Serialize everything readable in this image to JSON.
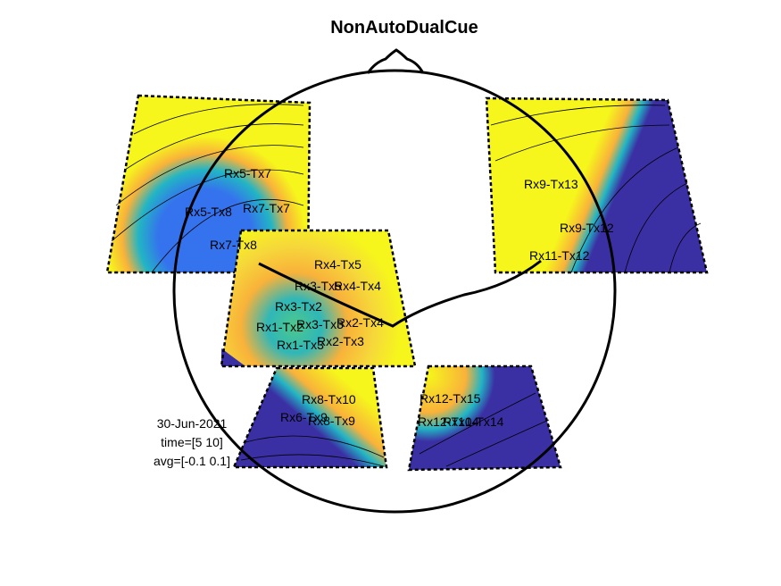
{
  "figure": {
    "title": "NonAutoDualCue",
    "date": "30-Jun-2021",
    "time_text": "time=[5 10]",
    "avg_text": "avg=[-0.1 0.1]"
  },
  "colors": {
    "high": "#f6f61c",
    "orange": "#f9b23a",
    "mid": "#22b5c4",
    "blue": "#3572ee",
    "low": "#3b2fa4",
    "outline": "#000000"
  },
  "channels": [
    "Rx5-Tx7",
    "Rx5-Tx8",
    "Rx7-Tx7",
    "Rx7-Tx8",
    "Rx9-Tx13",
    "Rx9-Tx12",
    "Rx11-Tx12",
    "Rx4-Tx5",
    "Rx3-Tx5",
    "Rx4-Tx4",
    "Rx3-Tx2",
    "Rx1-Tx2",
    "Rx3-Tx3",
    "Rx2-Tx4",
    "Rx1-Tx3",
    "Rx2-Tx3",
    "Rx8-Tx10",
    "Rx6-Tx9",
    "Rx8-Tx9",
    "Rx12-Tx15",
    "Rx12-Tx14",
    "Rx10-Tx14"
  ]
}
